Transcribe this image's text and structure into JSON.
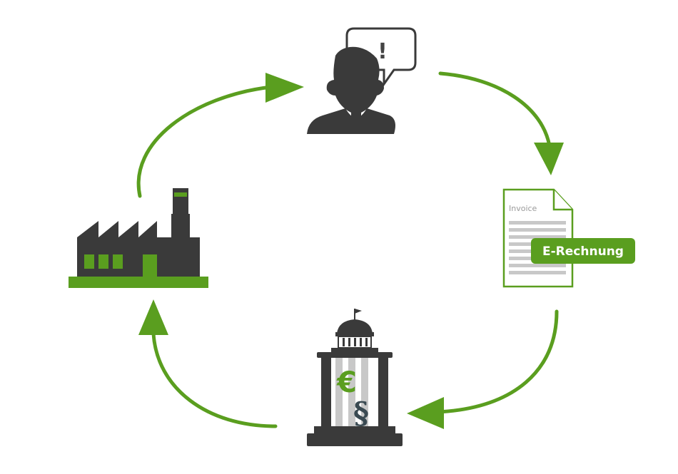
{
  "colors": {
    "green": "#5a9e1f",
    "dark": "#3a3a3a",
    "gray_bar": "#c8c8c8",
    "euro": "#5a9e1f",
    "paragraph": "#3a4a52"
  },
  "icons": {
    "person": "person-icon",
    "speech_bubble": "speech-bubble-icon",
    "invoice": "invoice-document-icon",
    "government": "government-building-icon",
    "factory": "factory-icon"
  },
  "speech_bubble": {
    "mark": "!"
  },
  "invoice": {
    "header": "Invoice",
    "badge": "E-Rechnung"
  },
  "government": {
    "euro_symbol": "€",
    "paragraph_symbol": "§"
  },
  "cycle": {
    "arrows": [
      "person-to-invoice",
      "invoice-to-government",
      "government-to-factory",
      "factory-to-person"
    ]
  }
}
